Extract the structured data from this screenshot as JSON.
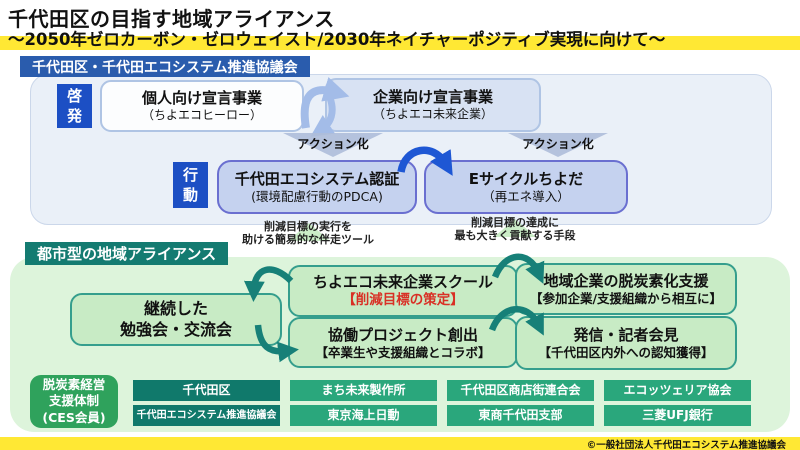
{
  "header": {
    "title": "千代田区の目指す地域アライアンス",
    "subtitle": "～2050年ゼロカーボン・ゼロウェイスト/2030年ネイチャーポジティブ実現に向けて～"
  },
  "council": {
    "tab": "千代田区・千代田エコシステム推進協議会",
    "stages": {
      "awareness": "啓発",
      "action": "行動"
    },
    "boxes": {
      "personal": {
        "title": "個人向け宣言事業",
        "sub": "（ちよエコヒーロー）"
      },
      "corporate": {
        "title": "企業向け宣言事業",
        "sub": "（ちよエコ未来企業）"
      },
      "certification": {
        "title": "千代田エコシステム認証",
        "sub": "(環境配慮行動のPDCA)"
      },
      "ecycle": {
        "title": "Eサイクルちよだ",
        "sub": "（再エネ導入）"
      }
    },
    "action_arrows": {
      "left": "アクション化",
      "right": "アクション化"
    }
  },
  "notes": {
    "tool": {
      "line1": "削減目標の実行を",
      "line2": "助ける簡易的な伴走ツール"
    },
    "means": {
      "line1": "削減目標の達成に",
      "line2": "最も大きく貢献する手段"
    }
  },
  "alliance": {
    "tab": "都市型の地域アライアンス",
    "boxes": {
      "study": {
        "line1": "継続した",
        "line2": "勉強会・交流会"
      },
      "school": {
        "title": "ちよエコ未来企業スクール",
        "sub": "【削減目標の策定】"
      },
      "project": {
        "title": "協働プロジェクト創出",
        "sub": "【卒業生や支援組織とコラボ】"
      },
      "support": {
        "title": "地域企業の脱炭素化支援",
        "sub": "【参加企業/支援組織から相互に】"
      },
      "press": {
        "title": "発信・記者会見",
        "sub": "【千代田区内外への認知獲得】"
      }
    }
  },
  "members": {
    "ces": {
      "line1": "脱炭素経営",
      "line2": "支援体制",
      "line3": "(CES会員)"
    },
    "row1": [
      "千代田区",
      "まち未来製作所",
      "千代田区商店街連合会",
      "エコッツェリア協会"
    ],
    "row2": [
      "千代田エコシステム推進協議会",
      "東京海上日動",
      "東商千代田支部",
      "三菱UFJ銀行"
    ]
  },
  "footer": {
    "copyright": "©一般社団法人千代田エコシステム推進協議会"
  },
  "colors": {
    "stage_blue": "#1C4FC4",
    "council_tab_blue": "#2A5CAD",
    "arrow_blue": "#1E57D4",
    "light_arrow_blue": "#A3BCE8",
    "alliance_teal": "#147B71",
    "arrow_teal": "#178078",
    "member_dark_teal": "#10796B",
    "member_green": "#2AA77C",
    "ces_green": "#2FA25C",
    "highlight_yellow": "#FFE834",
    "target_red": "#D93025"
  }
}
